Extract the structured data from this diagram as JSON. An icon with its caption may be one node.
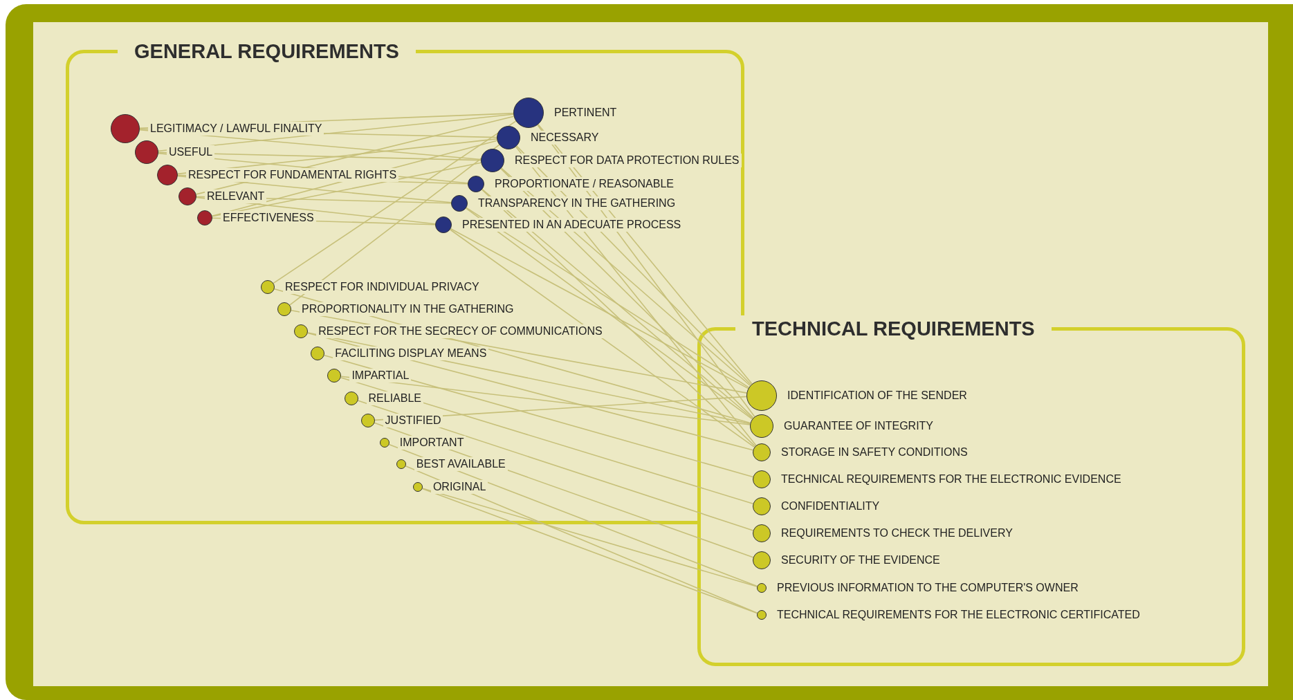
{
  "diagram": {
    "nodes": [
      {
        "text": [
          "GENERAL REQUIREMENTS"
        ]
      },
      {
        "text": [],
        "shape": "circle",
        "beside": [
          "LEGITIMACY / LAWFUL FINALITY"
        ],
        "in": 0
      },
      {
        "text": [],
        "shape": "circle",
        "beside": [
          "USEFUL"
        ],
        "in": 0
      },
      {
        "text": [],
        "shape": "circle",
        "beside": [
          "RESPECT FOR FUNDAMENTAL RIGHTS"
        ],
        "in": 0
      },
      {
        "text": [],
        "shape": "circle",
        "beside": [
          "RELEVANT"
        ],
        "in": 0
      },
      {
        "text": [],
        "shape": "circle",
        "beside": [
          "EFFECTIVENESS"
        ],
        "in": 0
      },
      {
        "text": [],
        "shape": "circle",
        "beside": [
          "PERTINENT"
        ],
        "in": 0
      },
      {
        "text": [],
        "shape": "circle",
        "beside": [
          "NECESSARY"
        ],
        "in": 0
      },
      {
        "text": [],
        "shape": "circle",
        "beside": [
          "RESPECT FOR DATA PROTECTION RULES"
        ],
        "in": 0
      },
      {
        "text": [],
        "shape": "circle",
        "beside": [
          "PROPORTIONATE / REASONABLE"
        ],
        "in": 0
      },
      {
        "text": [],
        "shape": "circle",
        "beside": [
          "TRANSPARENCY IN THE GATHERING"
        ],
        "in": 0
      },
      {
        "text": [],
        "shape": "circle",
        "beside": [
          "PRESENTED IN AN ADECUATE PROCESS"
        ],
        "in": 0
      },
      {
        "text": [],
        "shape": "circle",
        "beside": [
          "RESPECT FOR INDIVIDUAL PRIVACY"
        ],
        "in": 0
      },
      {
        "text": [],
        "shape": "circle",
        "beside": [
          "PROPORTIONALITY IN THE GATHERING"
        ],
        "in": 0
      },
      {
        "text": [],
        "shape": "circle",
        "beside": [
          "RESPECT FOR THE SECRECY OF COMMUNICATIONS"
        ],
        "in": 0
      },
      {
        "text": [],
        "shape": "circle",
        "beside": [
          "FACILITING DISPLAY MEANS"
        ],
        "in": 0
      },
      {
        "text": [],
        "shape": "circle",
        "beside": [
          "IMPARTIAL"
        ],
        "in": 0
      },
      {
        "text": [],
        "shape": "circle",
        "beside": [
          "RELIABLE"
        ],
        "in": 0
      },
      {
        "text": [],
        "shape": "circle",
        "beside": [
          "JUSTIFIED"
        ],
        "in": 0
      },
      {
        "text": [],
        "shape": "circle",
        "beside": [
          "IMPORTANT"
        ],
        "in": 0
      },
      {
        "text": [],
        "shape": "circle",
        "beside": [
          "BEST AVAILABLE"
        ],
        "in": 0
      },
      {
        "text": [],
        "shape": "circle",
        "beside": [
          "ORIGINAL"
        ],
        "in": 0
      },
      {
        "text": [
          "TECHNICAL REQUIREMENTS"
        ]
      },
      {
        "text": [],
        "shape": "circle",
        "beside": [
          "IDENTIFICATION OF THE SENDER"
        ],
        "in": 22
      },
      {
        "text": [],
        "shape": "circle",
        "beside": [
          "GUARANTEE OF INTEGRITY"
        ],
        "in": 22
      },
      {
        "text": [],
        "shape": "circle",
        "beside": [
          "STORAGE IN SAFETY CONDITIONS"
        ],
        "in": 22
      },
      {
        "text": [],
        "shape": "circle",
        "beside": [
          "TECHNICAL REQUIREMENTS FOR THE ELECTRONIC EVIDENCE"
        ],
        "in": 22
      },
      {
        "text": [],
        "shape": "circle",
        "beside": [
          "CONFIDENTIALITY"
        ],
        "in": 22
      },
      {
        "text": [],
        "shape": "circle",
        "beside": [
          "REQUIREMENTS TO CHECK THE DELIVERY"
        ],
        "in": 22
      },
      {
        "text": [],
        "shape": "circle",
        "beside": [
          "SECURITY OF THE EVIDENCE"
        ],
        "in": 22
      },
      {
        "text": [],
        "shape": "circle",
        "beside": [
          "PREVIOUS INFORMATION TO THE COMPUTER'S OWNER"
        ],
        "in": 22
      },
      {
        "text": [],
        "shape": "circle",
        "beside": [
          "TECHNICAL REQUIREMENTS FOR THE ELECTRONIC CERTIFICATED"
        ],
        "in": 22
      }
    ],
    "edges": [
      {
        "from": 1,
        "to": 6,
        "arrow": "none"
      },
      {
        "from": 1,
        "to": 7,
        "arrow": "none"
      },
      {
        "from": 1,
        "to": 8,
        "arrow": "none"
      },
      {
        "from": 2,
        "to": 6,
        "arrow": "none"
      },
      {
        "from": 2,
        "to": 8,
        "arrow": "none"
      },
      {
        "from": 2,
        "to": 9,
        "arrow": "none"
      },
      {
        "from": 3,
        "to": 7,
        "arrow": "none"
      },
      {
        "from": 3,
        "to": 9,
        "arrow": "none"
      },
      {
        "from": 3,
        "to": 10,
        "arrow": "none"
      },
      {
        "from": 4,
        "to": 6,
        "arrow": "none"
      },
      {
        "from": 4,
        "to": 10,
        "arrow": "none"
      },
      {
        "from": 4,
        "to": 11,
        "arrow": "none"
      },
      {
        "from": 5,
        "to": 7,
        "arrow": "none"
      },
      {
        "from": 5,
        "to": 8,
        "arrow": "none"
      },
      {
        "from": 5,
        "to": 11,
        "arrow": "none"
      },
      {
        "from": 12,
        "to": 6,
        "arrow": "none"
      },
      {
        "from": 13,
        "to": 7,
        "arrow": "none"
      },
      {
        "from": 6,
        "to": 23,
        "arrow": "none"
      },
      {
        "from": 6,
        "to": 24,
        "arrow": "none"
      },
      {
        "from": 7,
        "to": 23,
        "arrow": "none"
      },
      {
        "from": 7,
        "to": 25,
        "arrow": "none"
      },
      {
        "from": 8,
        "to": 23,
        "arrow": "none"
      },
      {
        "from": 8,
        "to": 24,
        "arrow": "none"
      },
      {
        "from": 9,
        "to": 24,
        "arrow": "none"
      },
      {
        "from": 9,
        "to": 25,
        "arrow": "none"
      },
      {
        "from": 10,
        "to": 23,
        "arrow": "none"
      },
      {
        "from": 10,
        "to": 24,
        "arrow": "none"
      },
      {
        "from": 11,
        "to": 23,
        "arrow": "none"
      },
      {
        "from": 11,
        "to": 25,
        "arrow": "none"
      },
      {
        "from": 12,
        "to": 24,
        "arrow": "none"
      },
      {
        "from": 13,
        "to": 23,
        "arrow": "none"
      },
      {
        "from": 14,
        "to": 24,
        "arrow": "none"
      },
      {
        "from": 14,
        "to": 25,
        "arrow": "none"
      },
      {
        "from": 15,
        "to": 26,
        "arrow": "none"
      },
      {
        "from": 16,
        "to": 24,
        "arrow": "none"
      },
      {
        "from": 16,
        "to": 27,
        "arrow": "none"
      },
      {
        "from": 17,
        "to": 28,
        "arrow": "none"
      },
      {
        "from": 18,
        "to": 23,
        "arrow": "none"
      },
      {
        "from": 18,
        "to": 29,
        "arrow": "none"
      },
      {
        "from": 19,
        "to": 30,
        "arrow": "none"
      },
      {
        "from": 20,
        "to": 31,
        "arrow": "none"
      },
      {
        "from": 21,
        "to": 30,
        "arrow": "none"
      },
      {
        "from": 21,
        "to": 31,
        "arrow": "none"
      }
    ]
  }
}
